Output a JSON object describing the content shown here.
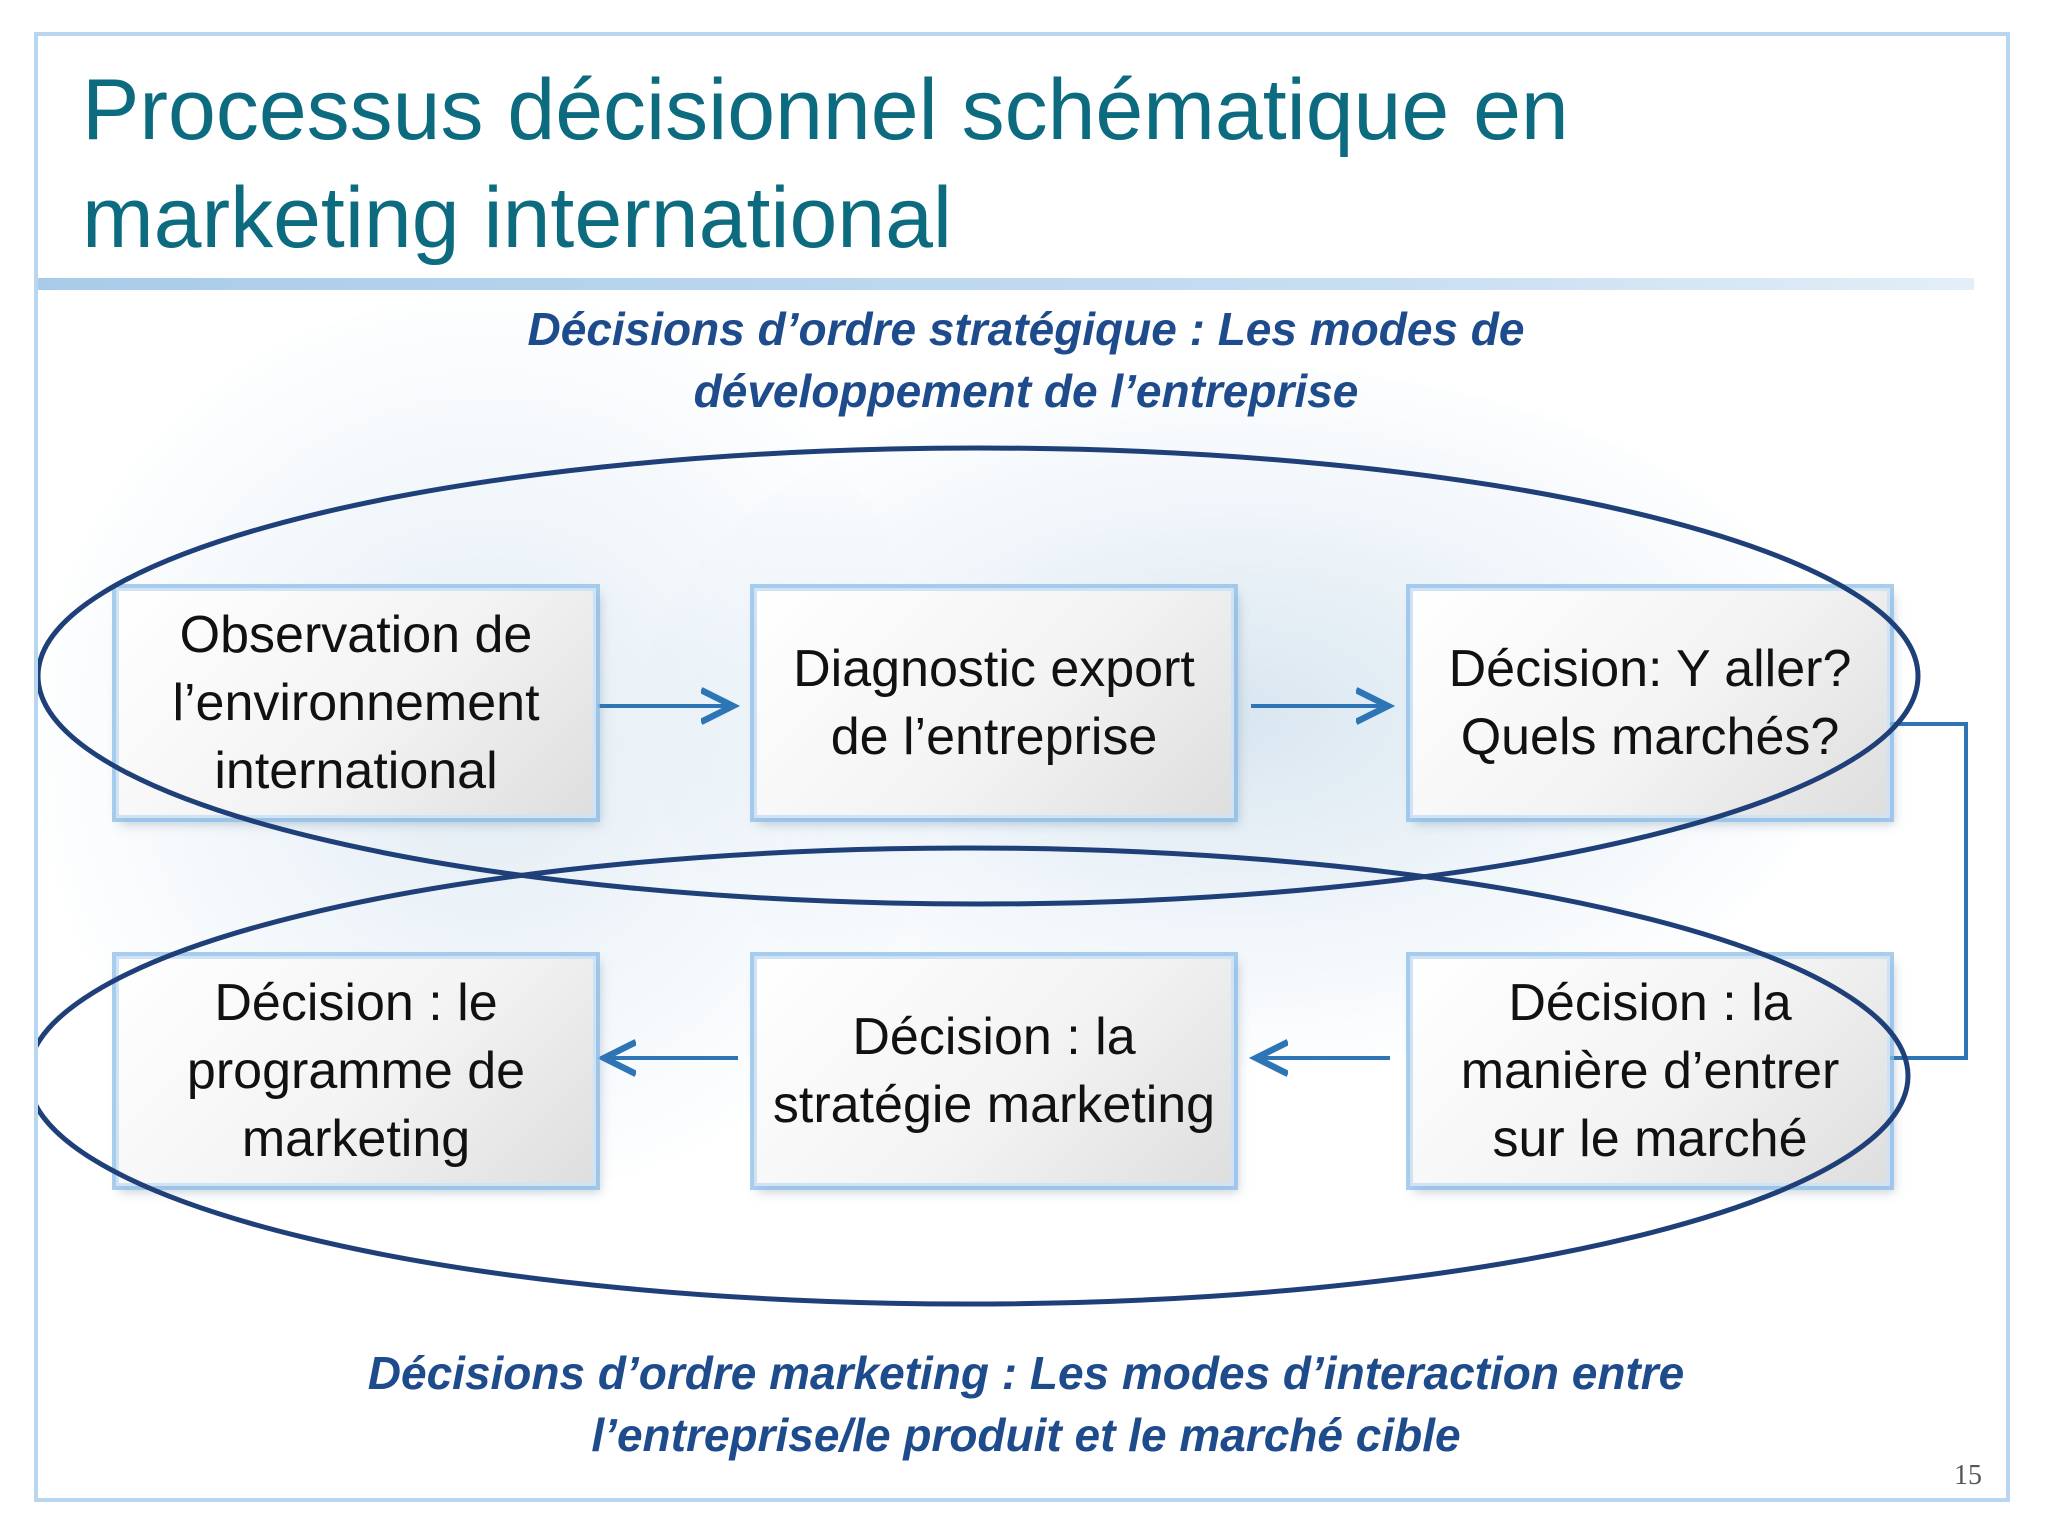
{
  "slide": {
    "title": "Processus décisionnel schématique en marketing international",
    "page_number": "15"
  },
  "groups": {
    "strategic_caption": "Décisions d’ordre stratégique : Les modes de développement de l’entreprise",
    "marketing_caption": "Décisions d’ordre marketing : Les modes d’interaction entre l’entreprise/le produit et le marché cible"
  },
  "boxes": {
    "observation": "Observation de l’environnement international",
    "diagnostic": "Diagnostic export de l’entreprise",
    "decision_markets": "Décision: Y aller? Quels marchés?",
    "decision_entry": "Décision : la manière d’entrer sur le marché",
    "decision_strategy": "Décision : la stratégie marketing",
    "decision_program": "Décision : le programme de marketing"
  },
  "colors": {
    "title": "#0d6b7f",
    "caption": "#1e4b8c",
    "ellipse": "#1f3f78",
    "arrow": "#2e75b6",
    "box_border": "#8cbee8"
  }
}
